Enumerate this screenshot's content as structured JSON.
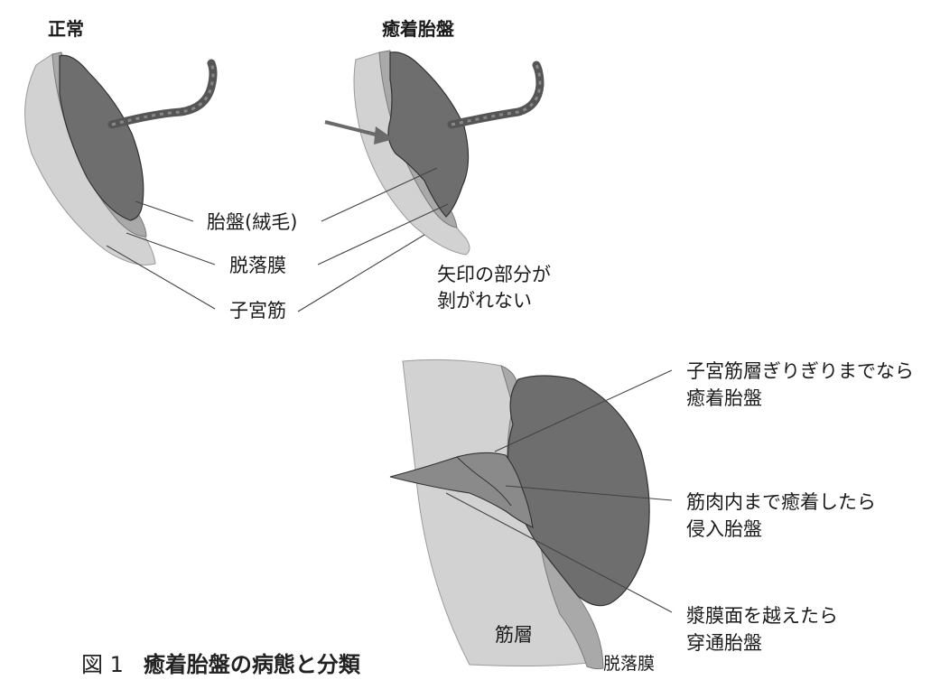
{
  "titles": {
    "normal": "正常",
    "accreta": "癒着胎盤"
  },
  "labels": {
    "placenta": "胎盤(絨毛)",
    "decidua": "脱落膜",
    "myometrium": "子宮筋"
  },
  "arrow_note": {
    "line1": "矢印の部分が",
    "line2": "剝がれない"
  },
  "classification": [
    {
      "line1": "子宮筋層ぎりぎりまでなら",
      "line2": "癒着胎盤"
    },
    {
      "line1": "筋肉内まで癒着したら",
      "line2": "侵入胎盤"
    },
    {
      "line1": "漿膜面を越えたら",
      "line2": "穿通胎盤"
    }
  ],
  "bottom_labels": {
    "muscle_layer": "筋層",
    "decidua": "脱落膜"
  },
  "caption": {
    "figure": "図 1",
    "title": "癒着胎盤の病態と分類"
  },
  "colors": {
    "placenta": "#6e6e6e",
    "decidua": "#a9a9a9",
    "myometrium": "#d2d2d2",
    "outline": "#3a3a3a",
    "leader": "#444444"
  }
}
